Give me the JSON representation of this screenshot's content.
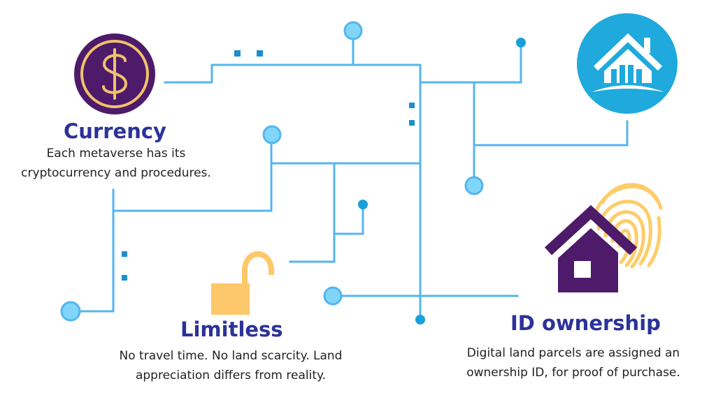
{
  "colors": {
    "circuit_line": "#55b5ee",
    "node_fill": "#7fd6f8",
    "node_stroke": "#55b5ee",
    "dot": "#1aa0d8",
    "heading": "#2c3299",
    "text": "#222222",
    "coin": "#4e1a6a",
    "coin_ring": "#f0c36a",
    "house_circle": "#1fa9dc",
    "padlock": "#fdc86a",
    "house_purple": "#4e1a6a",
    "fingerprint": "#fdcd6a"
  },
  "icons": {
    "currency": "dollar-coin-icon",
    "property": "house-icon",
    "limitless": "open-padlock-icon",
    "id_ownership": "house-fingerprint-icon"
  },
  "currency": {
    "title": "Currency",
    "desc_line1": "Each metaverse has its",
    "desc_line2": "cryptocurrency and procedures."
  },
  "limitless": {
    "title": "Limitless",
    "desc_line1": "No travel time. No land scarcity. Land",
    "desc_line2": "appreciation differs from reality."
  },
  "id_ownership": {
    "title": "ID ownership",
    "desc_line1": "Digital land parcels are assigned an",
    "desc_line2": "ownership ID, for proof of purchase."
  }
}
